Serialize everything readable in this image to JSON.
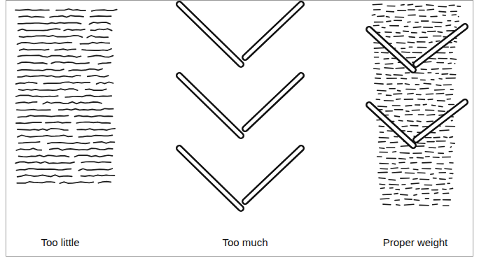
{
  "diagram": {
    "labels": [
      "Too little",
      "Too much",
      "Proper weight"
    ]
  }
}
